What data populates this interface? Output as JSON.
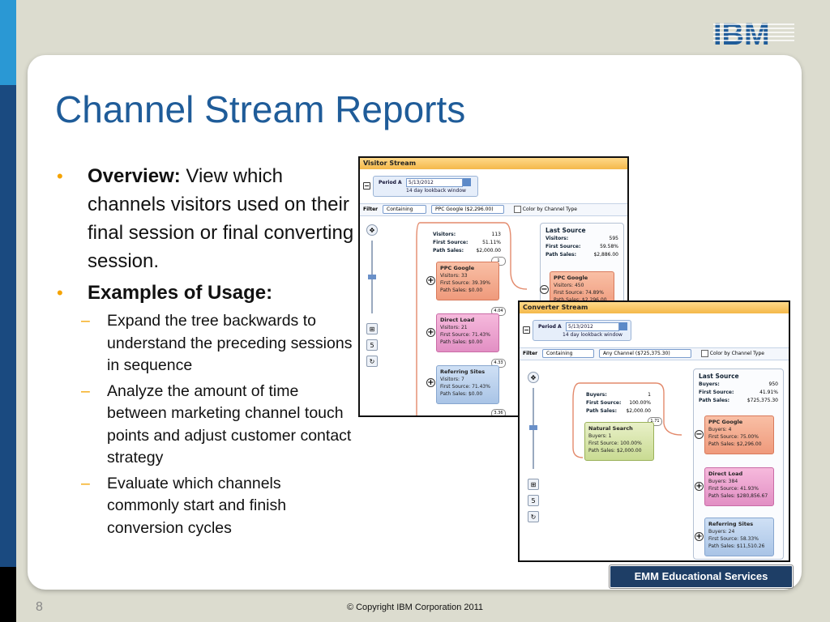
{
  "slide": {
    "title": "Channel Stream Reports",
    "page_number": "8",
    "copyright": "© Copyright IBM Corporation 2011",
    "footer_badge": "EMM Educational Services",
    "logo_text": "IBM"
  },
  "bullets": {
    "overview_label": "Overview:",
    "overview_text": " View which channels visitors used on their final session or final converting session.",
    "examples_label": "Examples of Usage:",
    "sub": [
      "Expand the tree backwards to understand the preceding sessions in sequence",
      "Analyze the amount of time between marketing channel touch points and adjust customer contact strategy",
      "Evaluate which channels commonly start and finish conversion cycles"
    ]
  },
  "visitor_stream": {
    "header": "Visitor Stream",
    "period_label": "Period A",
    "period_value": "5/13/2012",
    "lookback": "14 day lookback window",
    "filter_label": "Filter",
    "filter_mode": "Containing",
    "filter_value": "PPC Google ($2,296.00)",
    "color_by": "Color by Channel Type",
    "root": {
      "visitors_label": "Visitors:",
      "visitors": "113",
      "first_label": "First Source:",
      "first": "51.11%",
      "sales_label": "Path Sales:",
      "sales": "$2,000.00"
    },
    "cards": [
      {
        "name": "PPC Google",
        "l1": "Visitors:  33",
        "l2": "First Source:  39.39%",
        "l3": "Path Sales:  $0.00",
        "bubble": "1"
      },
      {
        "name": "Direct Load",
        "l1": "Visitors:  21",
        "l2": "First Source:  71.43%",
        "l3": "Path Sales:  $0.00",
        "bubble": "4.04"
      },
      {
        "name": "Referring Sites",
        "l1": "Visitors:  7",
        "l2": "First Source:  71.43%",
        "l3": "Path Sales:  $0.00",
        "bubble": "4.33"
      }
    ],
    "bubble_extra": "3.36",
    "last": {
      "title": "Last Source",
      "visitors_label": "Visitors:",
      "visitors": "595",
      "first_label": "First Source:",
      "first": "59.58%",
      "sales_label": "Path Sales:",
      "sales": "$2,886.00"
    },
    "last_card": {
      "name": "PPC Google",
      "l1": "Visitors:  450",
      "l2": "First Source:  74.89%",
      "l3": "Path Sales:  $2,296.00"
    }
  },
  "converter_stream": {
    "header": "Converter Stream",
    "period_label": "Period A",
    "period_value": "5/13/2012",
    "lookback": "14 day lookback window",
    "filter_label": "Filter",
    "filter_mode": "Containing",
    "filter_value": "Any Channel ($725,375.30)",
    "color_by": "Color by Channel Type",
    "root": {
      "buyers_label": "Buyers:",
      "buyers": "1",
      "first_label": "First Source:",
      "first": "100.00%",
      "sales_label": "Path Sales:",
      "sales": "$2,000.00"
    },
    "card": {
      "name": "Natural Search",
      "l1": "Buyers:  1",
      "l2": "First Source:  100.00%",
      "l3": "Path Sales:  $2,000.00",
      "bubble": "1.71"
    },
    "last": {
      "title": "Last Source",
      "buyers_label": "Buyers:",
      "buyers": "950",
      "first_label": "First Source:",
      "first": "41.91%",
      "sales_label": "Path Sales:",
      "sales": "$725,375.30"
    },
    "last_cards": [
      {
        "name": "PPC Google",
        "l1": "Buyers:  4",
        "l2": "First Source:  75.00%",
        "l3": "Path Sales:  $2,296.00"
      },
      {
        "name": "Direct Load",
        "l1": "Buyers:  384",
        "l2": "First Source:  41.93%",
        "l3": "Path Sales:  $280,856.67"
      },
      {
        "name": "Referring Sites",
        "l1": "Buyers:  24",
        "l2": "First Source:  58.33%",
        "l3": "Path Sales:  $11,510.26"
      }
    ]
  }
}
